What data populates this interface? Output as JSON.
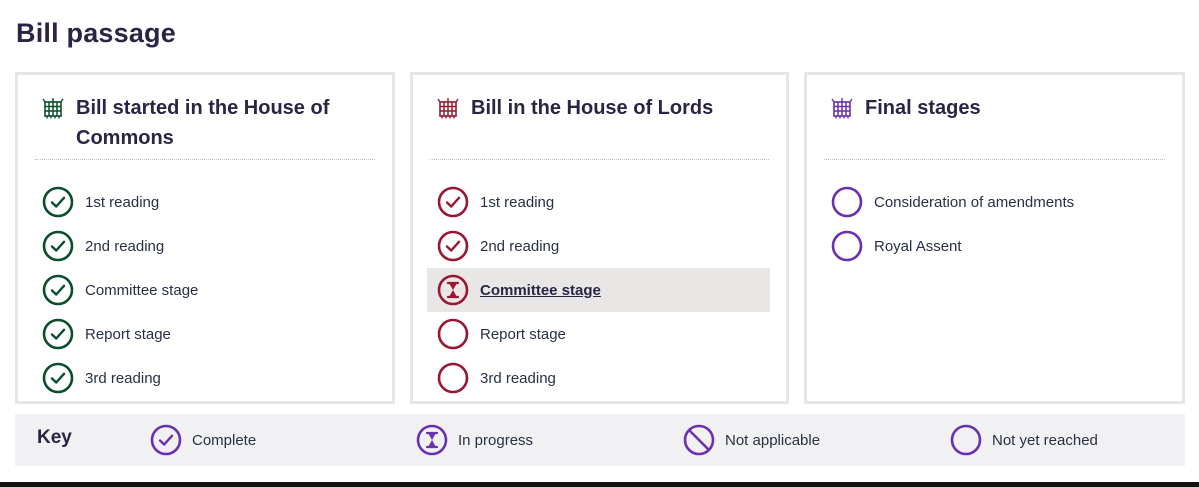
{
  "page_title": "Bill passage",
  "colors": {
    "commons_green": "#0b4e2c",
    "lords_red": "#9a1733",
    "final_purple": "#6a30b0",
    "key_bg": "#f1f1f4",
    "current_bg": "#e9e7e6"
  },
  "cards": [
    {
      "title": "Bill started in the House of Commons",
      "icon": "portcullis-icon",
      "stages": [
        {
          "label": "1st reading",
          "status": "complete"
        },
        {
          "label": "2nd reading",
          "status": "complete"
        },
        {
          "label": "Committee stage",
          "status": "complete"
        },
        {
          "label": "Report stage",
          "status": "complete"
        },
        {
          "label": "3rd reading",
          "status": "complete"
        }
      ]
    },
    {
      "title": "Bill in the House of Lords",
      "icon": "portcullis-icon",
      "stages": [
        {
          "label": "1st reading",
          "status": "complete"
        },
        {
          "label": "2nd reading",
          "status": "complete"
        },
        {
          "label": "Committee stage",
          "status": "in-progress"
        },
        {
          "label": "Report stage",
          "status": "not-yet-reached"
        },
        {
          "label": "3rd reading",
          "status": "not-yet-reached"
        }
      ]
    },
    {
      "title": "Final stages",
      "icon": "portcullis-icon",
      "stages": [
        {
          "label": "Consideration of amendments",
          "status": "not-yet-reached"
        },
        {
          "label": "Royal Assent",
          "status": "not-yet-reached"
        }
      ]
    }
  ],
  "key": {
    "title": "Key",
    "items": [
      {
        "label": "Complete",
        "icon": "check-circle-icon"
      },
      {
        "label": "In progress",
        "icon": "hourglass-circle-icon"
      },
      {
        "label": "Not applicable",
        "icon": "prohibited-circle-icon"
      },
      {
        "label": "Not yet reached",
        "icon": "empty-circle-icon"
      }
    ]
  }
}
